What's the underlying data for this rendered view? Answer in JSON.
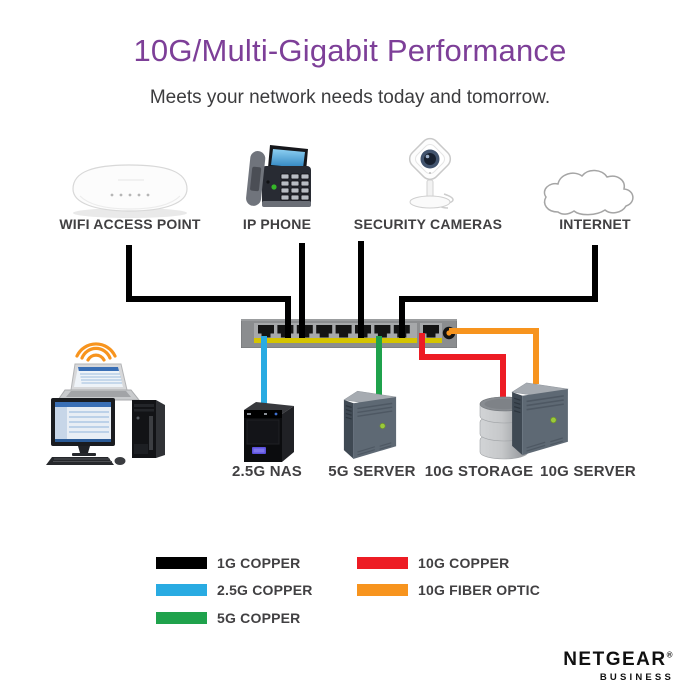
{
  "header": {
    "title": "10G/Multi-Gigabit Performance",
    "subtitle": "Meets your network needs today and tomorrow."
  },
  "devices_top": [
    {
      "label": "WIFI ACCESS POINT",
      "icon": "wifi-access-point-icon",
      "connection": "1G COPPER"
    },
    {
      "label": "IP PHONE",
      "icon": "ip-phone-icon",
      "connection": "1G COPPER"
    },
    {
      "label": "SECURITY CAMERAS",
      "icon": "security-camera-icon",
      "connection": "1G COPPER"
    },
    {
      "label": "INTERNET",
      "icon": "cloud-icon",
      "connection": "1G COPPER"
    }
  ],
  "devices_bottom": [
    {
      "label": "2.5G NAS",
      "icon": "nas-icon",
      "connection": "2.5G COPPER"
    },
    {
      "label": "5G SERVER",
      "icon": "server-tower-icon",
      "connection": "5G COPPER"
    },
    {
      "label": "10G STORAGE",
      "icon": "storage-cylinders-icon",
      "connection": "10G COPPER"
    },
    {
      "label": "10G SERVER",
      "icon": "server-tower-icon",
      "connection": "10G FIBER OPTIC"
    }
  ],
  "clients": {
    "icons": [
      "wireless-laptop-icon",
      "desktop-pc-icon"
    ],
    "wifi_color": "#f7941e"
  },
  "switch": {
    "rj45_ports": 8,
    "dedicated_copper_port": 1,
    "fiber_port": 1
  },
  "legend": {
    "items": [
      {
        "label": "1G COPPER",
        "color": "#000000"
      },
      {
        "label": "2.5G COPPER",
        "color": "#29abe2"
      },
      {
        "label": "5G COPPER",
        "color": "#1fa24c"
      },
      {
        "label": "10G COPPER",
        "color": "#ed1c24"
      },
      {
        "label": "10G FIBER OPTIC",
        "color": "#f7941e"
      }
    ]
  },
  "brand": {
    "name": "NETGEAR",
    "registered": "®",
    "division": "BUSINESS"
  }
}
